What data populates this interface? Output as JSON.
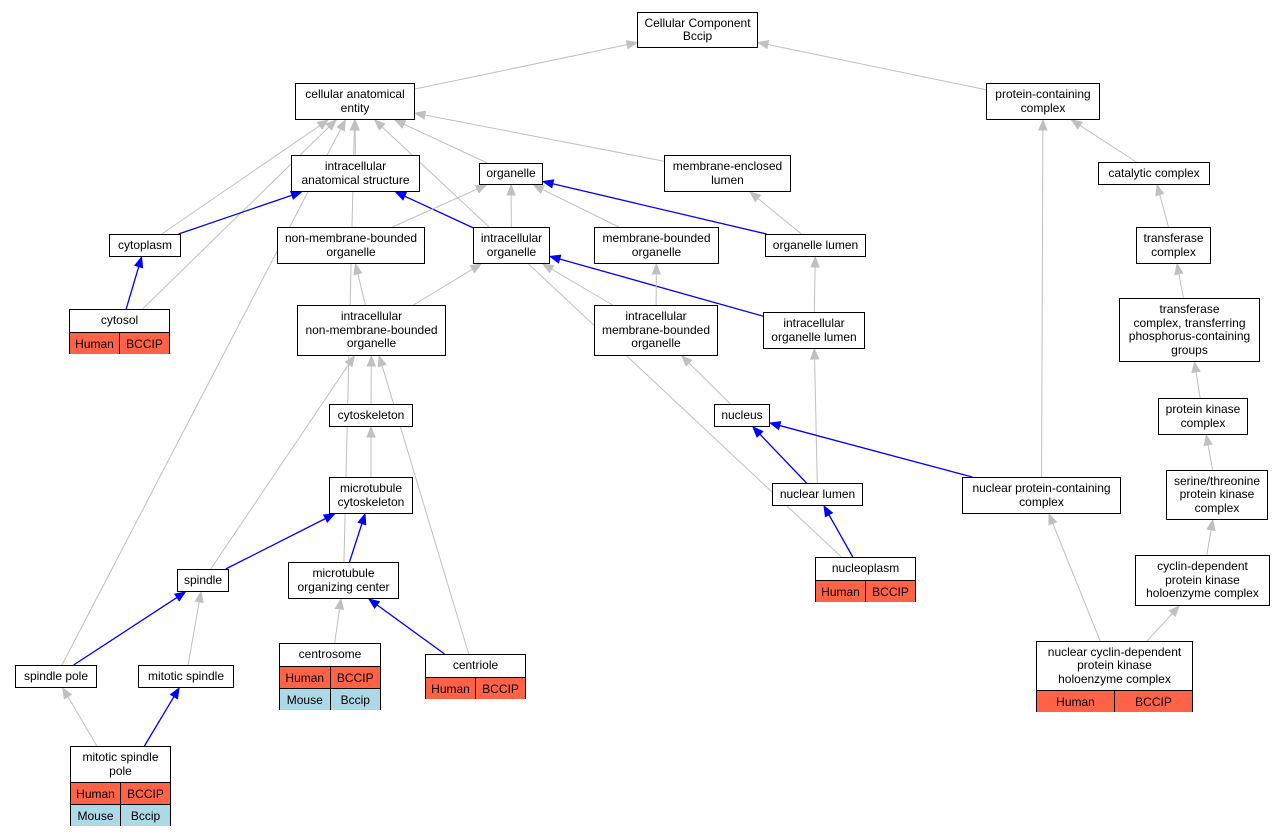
{
  "colors": {
    "grey_edge": "#c0c0c0",
    "blue_edge": "#0000ff",
    "human": "#ff6347",
    "mouse": "#add8e6"
  },
  "nodes": {
    "root": "Cellular Component\nBccip",
    "cae": "cellular anatomical\nentity",
    "pcc": "protein-containing\ncomplex",
    "ias": "intracellular\nanatomical structure",
    "organelle": "organelle",
    "mel": "membrane-enclosed\nlumen",
    "catalytic": "catalytic complex",
    "cytoplasm": "cytoplasm",
    "nmbo": "non-membrane-bounded\norganelle",
    "io": "intracellular\norganelle",
    "mbo": "membrane-bounded\norganelle",
    "olumen": "organelle lumen",
    "transferase": "transferase\ncomplex",
    "inmbo": "intracellular\nnon-membrane-bounded\norganelle",
    "imbo": "intracellular\nmembrane-bounded\norganelle",
    "iol": "intracellular\norganelle lumen",
    "tcpg": "transferase\ncomplex, transferring\nphosphorus-containing\ngroups",
    "cytoskeleton": "cytoskeleton",
    "nucleus": "nucleus",
    "pkc": "protein kinase\ncomplex",
    "mtcs": "microtubule\ncytoskeleton",
    "nlumen": "nuclear lumen",
    "npcc": "nuclear protein-containing\ncomplex",
    "stpkc": "serine/threonine\nprotein kinase\ncomplex",
    "cdpkh": "cyclin-dependent\nprotein kinase\nholoenzyme complex",
    "spindle": "spindle",
    "mtoc": "microtubule\norganizing center",
    "spole": "spindle pole",
    "mspindle": "mitotic spindle"
  },
  "annotated": {
    "cytosol": {
      "label": "cytosol",
      "rows": [
        [
          "Human",
          "BCCIP"
        ]
      ]
    },
    "nucleoplasm": {
      "label": "nucleoplasm",
      "rows": [
        [
          "Human",
          "BCCIP"
        ]
      ]
    },
    "centrosome": {
      "label": "centrosome",
      "rows": [
        [
          "Human",
          "BCCIP"
        ],
        [
          "Mouse",
          "Bccip"
        ]
      ]
    },
    "centriole": {
      "label": "centriole",
      "rows": [
        [
          "Human",
          "BCCIP"
        ]
      ]
    },
    "ncdpkh": {
      "label": "nuclear cyclin-dependent\nprotein kinase\nholoenzyme complex",
      "rows": [
        [
          "Human",
          "BCCIP"
        ]
      ]
    },
    "msp": {
      "label": "mitotic spindle\npole",
      "rows": [
        [
          "Human",
          "BCCIP"
        ],
        [
          "Mouse",
          "Bccip"
        ]
      ]
    }
  },
  "edges": [
    [
      "cae",
      "root",
      "g"
    ],
    [
      "pcc",
      "root",
      "g"
    ],
    [
      "ias",
      "cae",
      "g"
    ],
    [
      "organelle",
      "cae",
      "g"
    ],
    [
      "mel",
      "cae",
      "g"
    ],
    [
      "cytoplasm",
      "cae",
      "g"
    ],
    [
      "cytosol",
      "cae",
      "g"
    ],
    [
      "mtoc",
      "cae",
      "g"
    ],
    [
      "spole",
      "cae",
      "g"
    ],
    [
      "nucleoplasm",
      "cae",
      "g"
    ],
    [
      "catalytic",
      "pcc",
      "g"
    ],
    [
      "npcc",
      "pcc",
      "g"
    ],
    [
      "cytoplasm",
      "ias",
      "b"
    ],
    [
      "io",
      "ias",
      "b"
    ],
    [
      "nmbo",
      "organelle",
      "g"
    ],
    [
      "io",
      "organelle",
      "g"
    ],
    [
      "mbo",
      "organelle",
      "g"
    ],
    [
      "olumen",
      "organelle",
      "b"
    ],
    [
      "olumen",
      "mel",
      "g"
    ],
    [
      "transferase",
      "catalytic",
      "g"
    ],
    [
      "cytosol",
      "cytoplasm",
      "b"
    ],
    [
      "inmbo",
      "nmbo",
      "g"
    ],
    [
      "inmbo",
      "io",
      "g"
    ],
    [
      "imbo",
      "io",
      "g"
    ],
    [
      "iol",
      "io",
      "b"
    ],
    [
      "imbo",
      "mbo",
      "g"
    ],
    [
      "iol",
      "olumen",
      "g"
    ],
    [
      "tcpg",
      "transferase",
      "g"
    ],
    [
      "cytoskeleton",
      "inmbo",
      "g"
    ],
    [
      "spindle",
      "inmbo",
      "g"
    ],
    [
      "centriole",
      "inmbo",
      "g"
    ],
    [
      "nucleus",
      "imbo",
      "g"
    ],
    [
      "nlumen",
      "iol",
      "g"
    ],
    [
      "pkc",
      "tcpg",
      "g"
    ],
    [
      "mtcs",
      "cytoskeleton",
      "g"
    ],
    [
      "nlumen",
      "nucleus",
      "b"
    ],
    [
      "npcc",
      "nucleus",
      "b"
    ],
    [
      "stpkc",
      "pkc",
      "g"
    ],
    [
      "spindle",
      "mtcs",
      "b"
    ],
    [
      "mtoc",
      "mtcs",
      "b"
    ],
    [
      "nucleoplasm",
      "nlumen",
      "b"
    ],
    [
      "ncdpkh",
      "npcc",
      "g"
    ],
    [
      "cdpkh",
      "stpkc",
      "g"
    ],
    [
      "ncdpkh",
      "cdpkh",
      "g"
    ],
    [
      "spole",
      "spindle",
      "b"
    ],
    [
      "mspindle",
      "spindle",
      "g"
    ],
    [
      "centrosome",
      "mtoc",
      "g"
    ],
    [
      "centriole",
      "mtoc",
      "b"
    ],
    [
      "msp",
      "spole",
      "g"
    ],
    [
      "msp",
      "mspindle",
      "b"
    ]
  ]
}
